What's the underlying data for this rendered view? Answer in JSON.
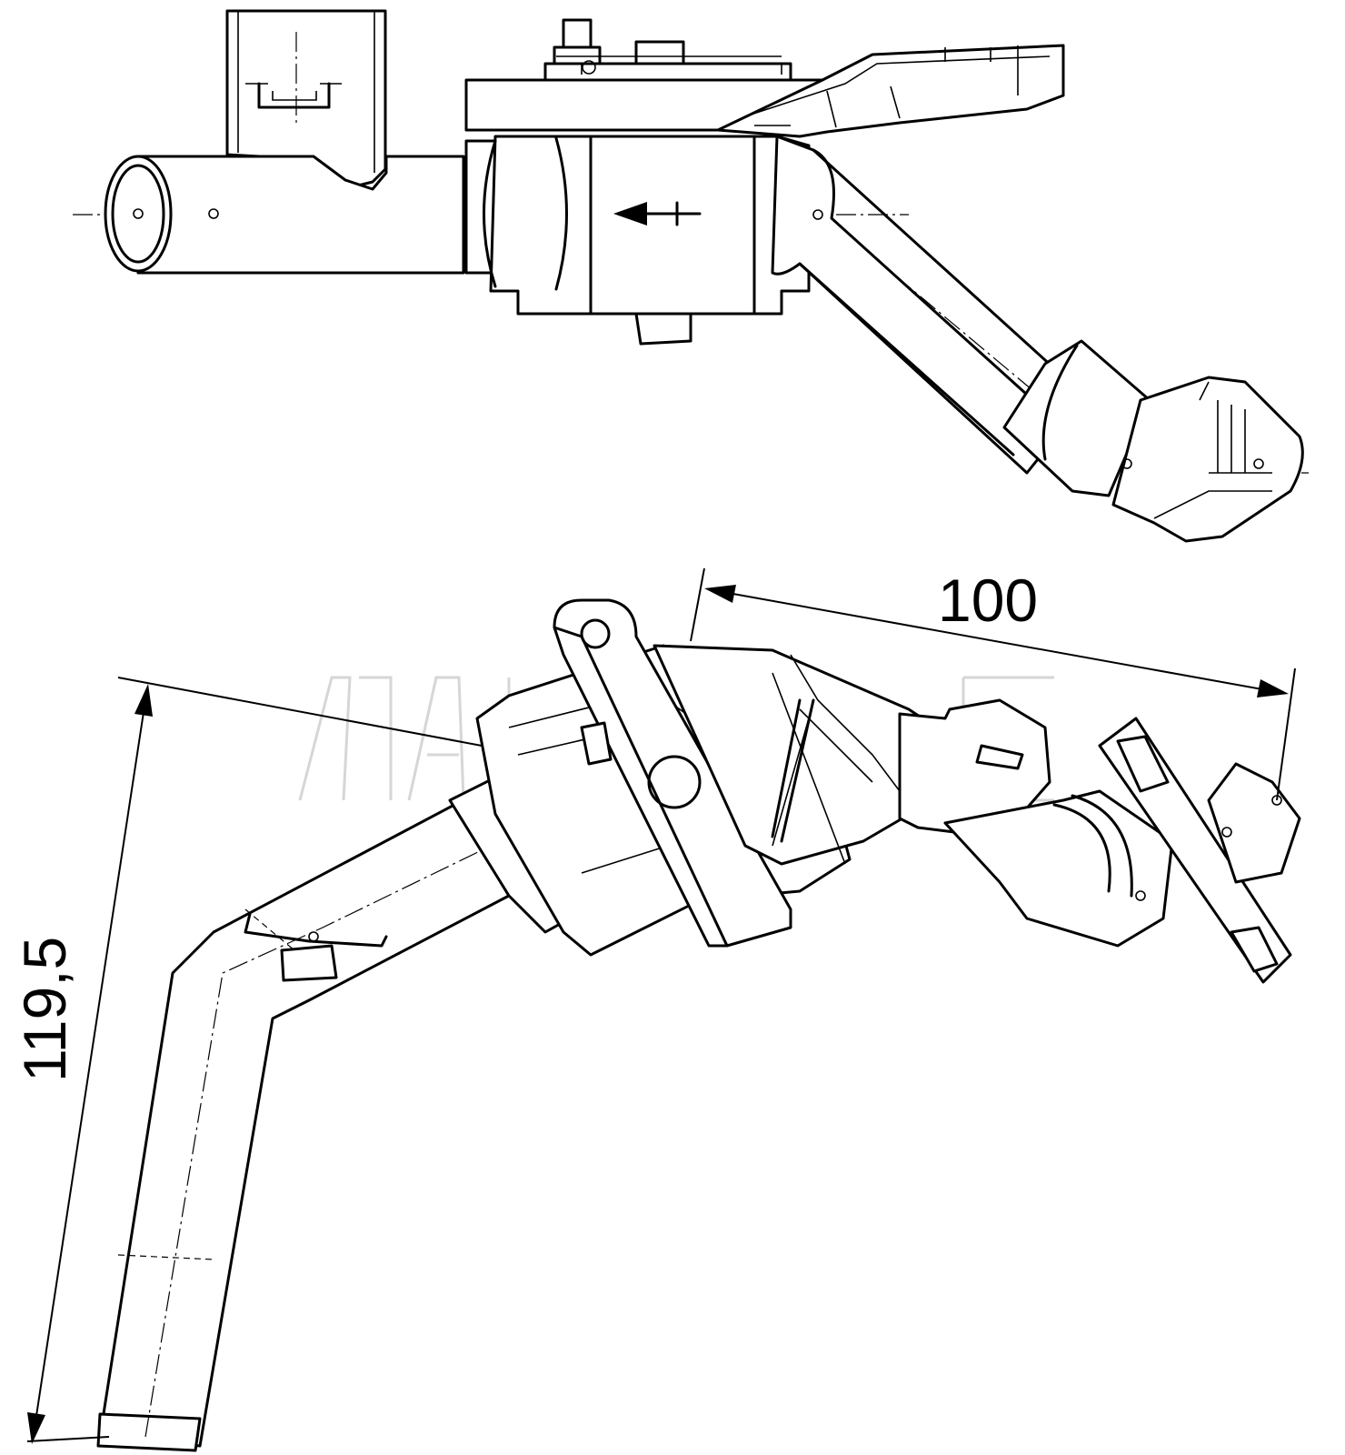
{
  "dimensions": {
    "width_label": "100",
    "height_label": "119,5"
  },
  "watermark": {
    "brand_glyphs": "MAHLE"
  }
}
